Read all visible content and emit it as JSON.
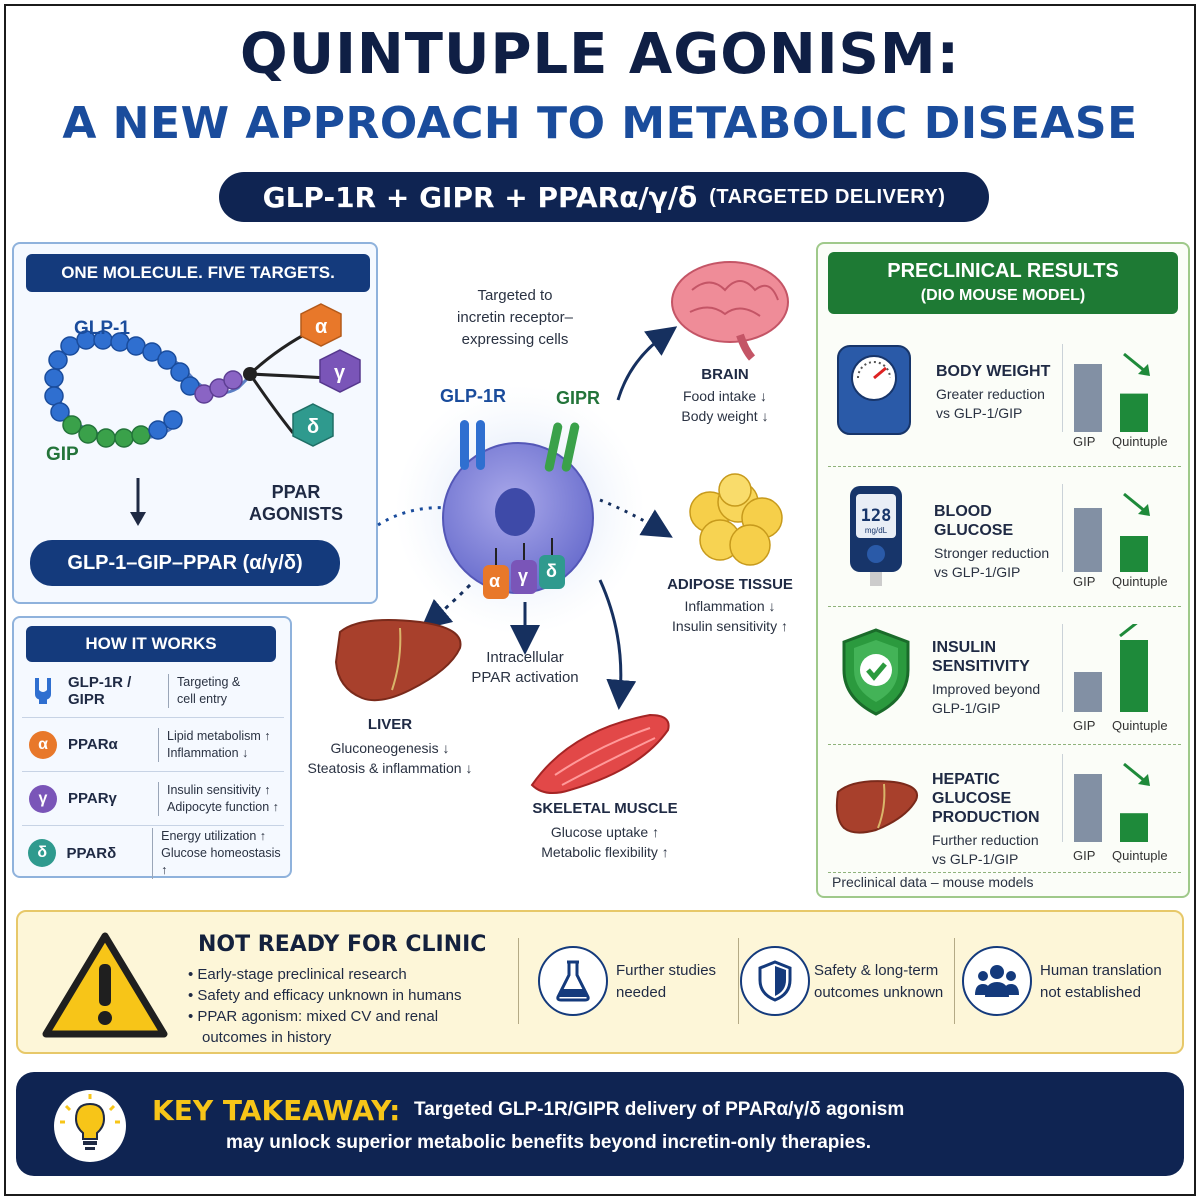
{
  "title": {
    "line1": "QUINTUPLE AGONISM:",
    "line2": "A NEW APPROACH TO METABOLIC DISEASE",
    "combo": "GLP-1R + GIPR + PPARα/γ/δ",
    "combo_note": "(TARGETED DELIVERY)"
  },
  "molecule": {
    "header": "ONE MOLECULE. FIVE TARGETS.",
    "glp1_label": "GLP-1",
    "gip_label": "GIP",
    "ppar_label_1": "PPAR",
    "ppar_label_2": "AGONISTS",
    "alpha": "α",
    "gamma": "γ",
    "delta": "δ",
    "result": "GLP-1–GIP–PPAR (α/γ/δ)"
  },
  "how_it_works": {
    "header": "HOW IT WORKS",
    "rows": [
      {
        "name": "GLP-1R / GIPR",
        "desc1": "Targeting &",
        "desc2": "cell entry"
      },
      {
        "name": "PPARα",
        "symbol": "α",
        "desc1": "Lipid metabolism ↑",
        "desc2": "Inflammation ↓"
      },
      {
        "name": "PPARγ",
        "symbol": "γ",
        "desc1": "Insulin sensitivity ↑",
        "desc2": "Adipocyte function ↑"
      },
      {
        "name": "PPARδ",
        "symbol": "δ",
        "desc1": "Energy utilization ↑",
        "desc2": "Glucose homeostasis ↑"
      }
    ]
  },
  "center": {
    "targeted_1": "Targeted to",
    "targeted_2": "incretin receptor–",
    "targeted_3": "expressing cells",
    "glp1r": "GLP-1R",
    "gipr": "GIPR",
    "intracellular_1": "Intracellular",
    "intracellular_2": "PPAR activation",
    "brain": {
      "name": "BRAIN",
      "d1": "Food intake ↓",
      "d2": "Body weight ↓"
    },
    "adipose": {
      "name": "ADIPOSE TISSUE",
      "d1": "Inflammation ↓",
      "d2": "Insulin sensitivity ↑"
    },
    "liver": {
      "name": "LIVER",
      "d1": "Gluconeogenesis ↓",
      "d2": "Steatosis & inflammation ↓"
    },
    "muscle": {
      "name": "SKELETAL MUSCLE",
      "d1": "Glucose uptake ↑",
      "d2": "Metabolic flexibility ↑"
    }
  },
  "results": {
    "header_1": "PRECLINICAL RESULTS",
    "header_2": "(DIO MOUSE MODEL)",
    "meter_reading": "128",
    "meter_unit": "mg/dL",
    "items": [
      {
        "t1": "BODY WEIGHT",
        "t2": "",
        "d1": "Greater reduction",
        "d2": "vs GLP-1/GIP",
        "gip": 0.85,
        "quint": 0.48,
        "trend": "down"
      },
      {
        "t1": "BLOOD GLUCOSE",
        "t2": "",
        "d1": "Stronger reduction",
        "d2": "vs GLP-1/GIP",
        "gip": 0.8,
        "quint": 0.45,
        "trend": "down"
      },
      {
        "t1": "INSULIN",
        "t2": "SENSITIVITY",
        "d1": "Improved beyond",
        "d2": "GLP-1/GIP",
        "gip": 0.5,
        "quint": 0.9,
        "trend": "up"
      },
      {
        "t1": "HEPATIC GLUCOSE",
        "t2": "PRODUCTION",
        "d1": "Further reduction",
        "d2": "vs GLP-1/GIP",
        "gip": 0.85,
        "quint": 0.36,
        "trend": "down"
      }
    ],
    "bar_gip_label": "GIP",
    "bar_quint_label": "Quintuple",
    "footnote": "Preclinical data – mouse models"
  },
  "warning": {
    "title": "NOT READY FOR CLINIC",
    "b1": "Early-stage preclinical research",
    "b2": "Safety and efficacy unknown in humans",
    "b3a": "PPAR agonism: mixed CV and renal",
    "b3b": "outcomes in history",
    "c1a": "Further studies",
    "c1b": "needed",
    "c2a": "Safety & long-term",
    "c2b": "outcomes unknown",
    "c3a": "Human translation",
    "c3b": "not established"
  },
  "takeaway": {
    "label": "KEY TAKEAWAY:",
    "line1": "Targeted GLP-1R/GIPR delivery of PPARα/γ/δ agonism",
    "line2": "may unlock superior metabolic benefits beyond incretin-only therapies."
  },
  "colors": {
    "navy": "#0f2452",
    "blue": "#143a7c",
    "green": "#1e8a3a",
    "alpha": "#e8782a",
    "gamma": "#7a55b8",
    "delta": "#2f9a8e",
    "yellow": "#f7c518"
  }
}
